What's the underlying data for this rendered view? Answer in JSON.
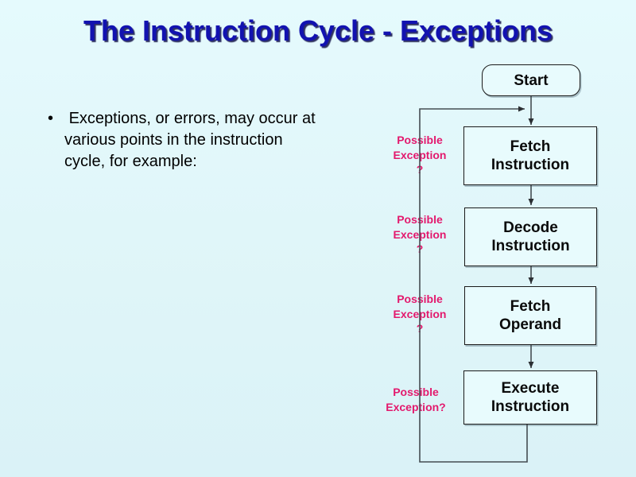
{
  "slide": {
    "title": "The Instruction Cycle - Exceptions",
    "bullet_marker": "•",
    "bullet_text": " Exceptions, or errors, may occur at\nvarious points in the instruction\ncycle, for example:"
  },
  "flowchart": {
    "nodes": [
      {
        "id": "start",
        "label": "Start"
      },
      {
        "id": "fetch-instruction",
        "label": "Fetch\nInstruction"
      },
      {
        "id": "decode-instruction",
        "label": "Decode\nInstruction"
      },
      {
        "id": "fetch-operand",
        "label": "Fetch\nOperand"
      },
      {
        "id": "execute-instruction",
        "label": "Execute\nInstruction"
      }
    ],
    "exception_labels": [
      {
        "text": "Possible\nException\n?"
      },
      {
        "text": "Possible\nException\n?"
      },
      {
        "text": "Possible\nException\n?"
      },
      {
        "text": "Possible\nException?"
      }
    ]
  },
  "colors": {
    "background": "#e1f8fb",
    "title_blue": "#1212b0",
    "exception_pink": "#e3196d",
    "node_border": "#1a1a1a",
    "node_fill": "#e8fbfd",
    "connector": "#454d52"
  }
}
